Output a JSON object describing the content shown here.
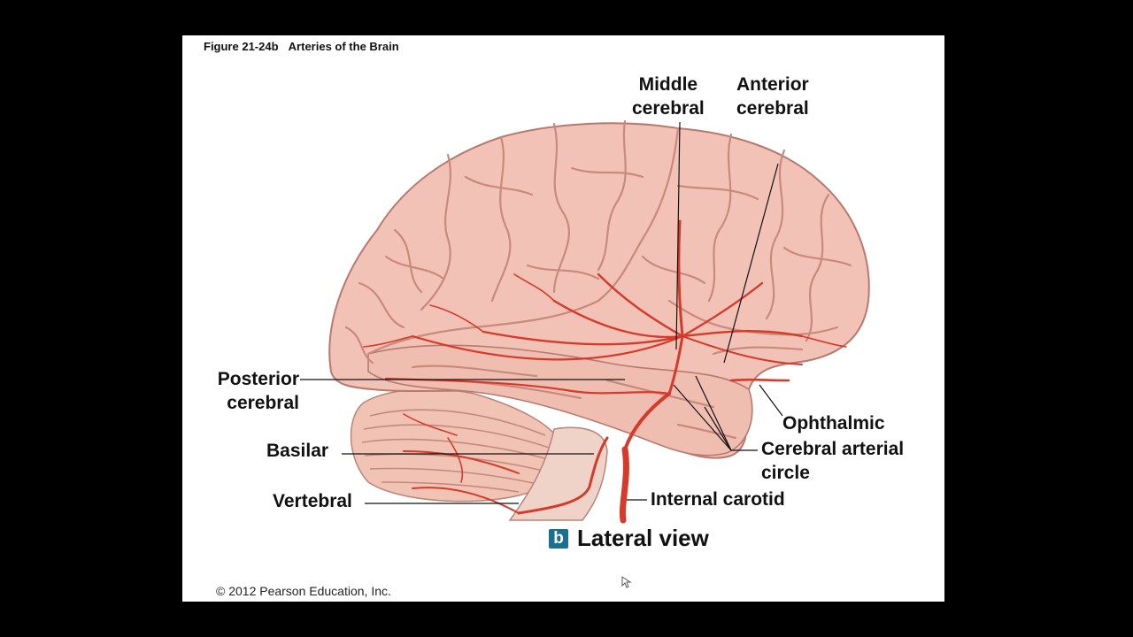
{
  "figure": {
    "number": "Figure 21-24b",
    "title": "Arteries of the Brain"
  },
  "labels": {
    "middle_cerebral": [
      "Middle",
      "cerebral"
    ],
    "anterior_cerebral": [
      "Anterior",
      "cerebral"
    ],
    "posterior_cerebral": [
      "Posterior",
      "cerebral"
    ],
    "basilar": "Basilar",
    "vertebral": "Vertebral",
    "ophthalmic": "Ophthalmic",
    "cerebral_arterial_circle": [
      "Cerebral arterial",
      "circle"
    ],
    "internal_carotid": "Internal carotid"
  },
  "view": {
    "badge": "b",
    "title": "Lateral view"
  },
  "copyright": "© 2012 Pearson Education, Inc.",
  "colors": {
    "brain_fill": "#f2c2b6",
    "brain_fold": "#c98d82",
    "artery": "#d63a2a",
    "badge": "#1b6f8f"
  },
  "icons": {
    "cursor": "mouse-pointer-icon"
  }
}
